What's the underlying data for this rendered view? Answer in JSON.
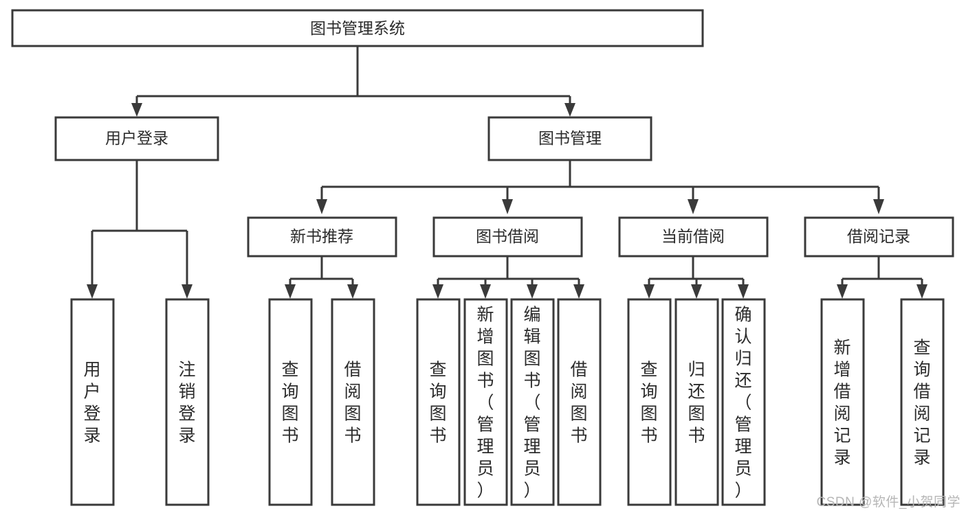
{
  "chart_data": {
    "type": "diagram",
    "title": "图书管理系统",
    "diagram_kind": "tree",
    "orientation": "top-down",
    "colors": {
      "node_fill": "#ffffff",
      "node_stroke": "#3a3a3a",
      "connector": "#3a3a3a",
      "text": "#2b2b2b",
      "watermark": "#b6b6b6"
    },
    "levels": [
      {
        "level": 1,
        "nodes": [
          "图书管理系统"
        ]
      },
      {
        "level": 2,
        "nodes": [
          "用户登录",
          "图书管理"
        ]
      },
      {
        "level": 3,
        "nodes": [
          "新书推荐",
          "图书借阅",
          "当前借阅",
          "借阅记录"
        ]
      },
      {
        "level": 4,
        "nodes": [
          "用户登录",
          "注销登录",
          "查询图书",
          "借阅图书",
          "查询图书",
          "新增图书（管理员）",
          "编辑图书（管理员）",
          "借阅图书",
          "查询图书",
          "归还图书",
          "确认归还（管理员）",
          "新增借阅记录",
          "查询借阅记录"
        ]
      }
    ],
    "edges": [
      {
        "from": "图书管理系统",
        "to": "用户登录"
      },
      {
        "from": "图书管理系统",
        "to": "图书管理"
      },
      {
        "from": "用户登录",
        "to": "用户登录"
      },
      {
        "from": "用户登录",
        "to": "注销登录"
      },
      {
        "from": "图书管理",
        "to": "新书推荐"
      },
      {
        "from": "图书管理",
        "to": "图书借阅"
      },
      {
        "from": "图书管理",
        "to": "当前借阅"
      },
      {
        "from": "图书管理",
        "to": "借阅记录"
      },
      {
        "from": "新书推荐",
        "to": "查询图书"
      },
      {
        "from": "新书推荐",
        "to": "借阅图书"
      },
      {
        "from": "图书借阅",
        "to": "查询图书"
      },
      {
        "from": "图书借阅",
        "to": "新增图书（管理员）"
      },
      {
        "from": "图书借阅",
        "to": "编辑图书（管理员）"
      },
      {
        "from": "图书借阅",
        "to": "借阅图书"
      },
      {
        "from": "当前借阅",
        "to": "查询图书"
      },
      {
        "from": "当前借阅",
        "to": "归还图书"
      },
      {
        "from": "当前借阅",
        "to": "确认归还（管理员）"
      },
      {
        "from": "借阅记录",
        "to": "新增借阅记录"
      },
      {
        "from": "借阅记录",
        "to": "查询借阅记录"
      }
    ]
  },
  "root": {
    "label": "图书管理系统"
  },
  "level2": {
    "user_login": "用户登录",
    "book_manage": "图书管理"
  },
  "level3": {
    "new_book_recommend": "新书推荐",
    "book_borrow": "图书借阅",
    "current_borrow": "当前借阅",
    "borrow_record": "借阅记录"
  },
  "leaves": {
    "user_login_1": [
      "用",
      "户",
      "登",
      "录"
    ],
    "user_login_2": [
      "注",
      "销",
      "登",
      "录"
    ],
    "recommend_1": [
      "查",
      "询",
      "图",
      "书"
    ],
    "recommend_2": [
      "借",
      "阅",
      "图",
      "书"
    ],
    "borrow_1": [
      "查",
      "询",
      "图",
      "书"
    ],
    "borrow_2": [
      "新",
      "增",
      "图",
      "书",
      "（",
      "管",
      "理",
      "员",
      "）"
    ],
    "borrow_3": [
      "编",
      "辑",
      "图",
      "书",
      "（",
      "管",
      "理",
      "员",
      "）"
    ],
    "borrow_4": [
      "借",
      "阅",
      "图",
      "书"
    ],
    "current_1": [
      "查",
      "询",
      "图",
      "书"
    ],
    "current_2": [
      "归",
      "还",
      "图",
      "书"
    ],
    "current_3": [
      "确",
      "认",
      "归",
      "还",
      "（",
      "管",
      "理",
      "员",
      "）"
    ],
    "record_1": [
      "新",
      "增",
      "借",
      "阅",
      "记",
      "录"
    ],
    "record_2": [
      "查",
      "询",
      "借",
      "阅",
      "记",
      "录"
    ]
  },
  "leaf_text": {
    "user_login_1": "用户登录",
    "user_login_2": "注销登录",
    "recommend_1": "查询图书",
    "recommend_2": "借阅图书",
    "borrow_1": "查询图书",
    "borrow_2": "新增图书（管理员）",
    "borrow_3": "编辑图书（管理员）",
    "borrow_4": "借阅图书",
    "current_1": "查询图书",
    "current_2": "归还图书",
    "current_3": "确认归还（管理员）",
    "record_1": "新增借阅记录",
    "record_2": "查询借阅记录"
  },
  "watermark": {
    "text": "CSDN @软件_小贺同学"
  }
}
